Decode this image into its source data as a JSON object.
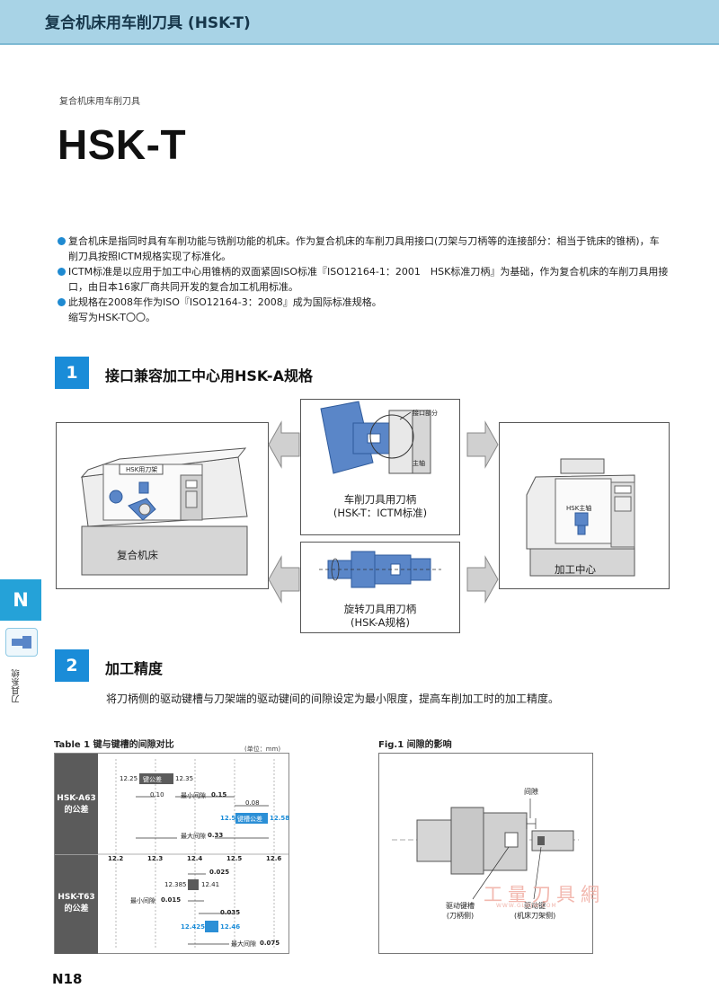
{
  "header": {
    "title": "复合机床用车削刀具 (HSK-T)"
  },
  "breadcrumb": "复合机床用车削刀具",
  "page_title": "HSK-T",
  "bullets": [
    "复合机床是指同时具有车削功能与铣削功能的机床。作为复合机床的车削刀具用接口(刀架与刀柄等的连接部分：相当于铣床的锥柄)，车削刀具按照ICTM规格实现了标准化。",
    "ICTM标准是以应用于加工中心用锥柄的双面紧固ISO标准『ISO12164-1：2001　HSK标准刀柄』为基础，作为复合机床的车削刀具用接口，由日本16家厂商共同开发的复合加工机用标准。",
    "此规格在2008年作为ISO『ISO12164-3：2008』成为国际标准规格。"
  ],
  "abbrev_note": "缩写为HSK-T〇〇。",
  "section1": {
    "number": "1",
    "title": "接口兼容加工中心用HSK-A规格",
    "left_machine_label": "复合机床",
    "left_machine_tag": "HSK用刀架",
    "right_machine_label": "加工中心",
    "right_machine_tag": "HSK主轴",
    "top_holder": {
      "interface_label": "接口部分",
      "spindle_label": "主轴",
      "caption_line1": "车削刀具用刀柄",
      "caption_line2": "(HSK-T：ICTM标准)"
    },
    "bottom_holder": {
      "caption_line1": "旋转刀具用刀柄",
      "caption_line2": "(HSK-A规格)"
    }
  },
  "side_tab": {
    "letter": "N",
    "label": "刀具系统"
  },
  "section2": {
    "number": "2",
    "title": "加工精度",
    "description": "将刀柄侧的驱动键槽与刀架端的驱动键间的间隙设定为最小限度，提高车削加工时的加工精度。"
  },
  "table1": {
    "caption": "Table 1 键与键槽的间隙对比",
    "unit": "(单位：mm)",
    "axis_ticks": [
      "12.2",
      "12.3",
      "12.4",
      "12.5",
      "12.6"
    ],
    "rows": [
      {
        "label_line1": "HSK-A63",
        "label_line2": "的公差",
        "key_label": "键公差",
        "key_min": "12.25",
        "key_max": "12.35",
        "slot_label": "键槽公差",
        "slot_min": "12.5",
        "slot_max": "12.58",
        "gap_a": "0.10",
        "min_gap_label": "最小间隙",
        "min_gap": "0.15",
        "slot_width": "0.08",
        "max_gap_label": "最大间隙",
        "max_gap": "0.33"
      },
      {
        "label_line1": "HSK-T63",
        "label_line2": "的公差",
        "key_min": "12.385",
        "key_max": "12.41",
        "key_width": "0.025",
        "min_gap_label": "最小间隙",
        "min_gap": "0.015",
        "slot_width": "0.035",
        "slot_min": "12.425",
        "slot_max": "12.46",
        "max_gap_label": "最大间隙",
        "max_gap": "0.075"
      }
    ]
  },
  "fig1": {
    "caption": "Fig.1 间隙的影响",
    "gap_label": "间隙",
    "slot_label_line1": "驱动键槽",
    "slot_label_line2": "(刀柄侧)",
    "key_label_line1": "驱动键",
    "key_label_line2": "(机床刀架侧)"
  },
  "watermark": {
    "text": "工量刀具網",
    "url": "WWW.GLDJW.COM"
  },
  "footer": {
    "page": "N18"
  },
  "colors": {
    "accent": "#1a8cd8",
    "header_band": "#a8d3e6",
    "tool_blue": "#5a86c8",
    "table_dark": "#5b5b5b"
  }
}
